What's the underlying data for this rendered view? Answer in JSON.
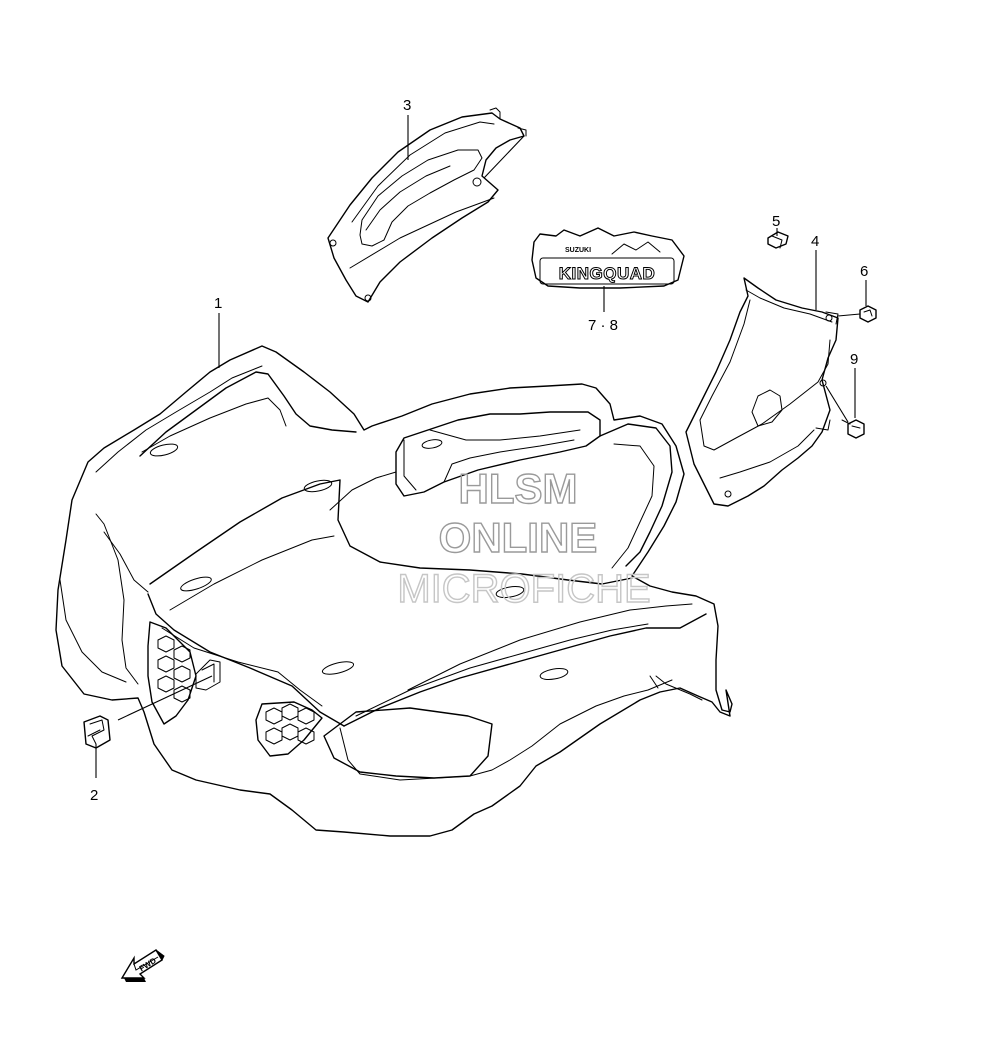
{
  "diagram": {
    "callouts": {
      "c1": "1",
      "c2": "2",
      "c3": "3",
      "c4": "4",
      "c5": "5",
      "c6": "6",
      "c78": "7 · 8",
      "c9": "9"
    },
    "emblem": {
      "brand": "SUZUKI",
      "model": "KINGQUAD"
    },
    "direction_label": "FWD",
    "watermark": {
      "line1": "HLSM",
      "line2": "ONLINE",
      "line3": "MICROFICHE"
    }
  }
}
